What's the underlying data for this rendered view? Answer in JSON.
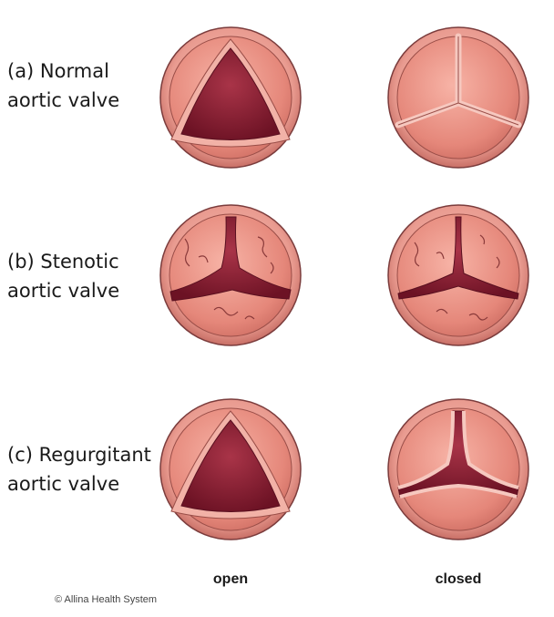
{
  "rows": [
    {
      "line1": "(a) Normal",
      "line2": "aortic valve"
    },
    {
      "line1": "(b) Stenotic",
      "line2": "aortic valve"
    },
    {
      "line1": "(c) Regurgitant",
      "line2": "aortic valve"
    }
  ],
  "columns": {
    "open": "open",
    "closed": "closed"
  },
  "credit": "© Allina Health System",
  "colors": {
    "rim": "#e99b90",
    "cusp": "#e9897c",
    "orifice": "#7a1a2c",
    "outline": "#7b3c3c"
  }
}
